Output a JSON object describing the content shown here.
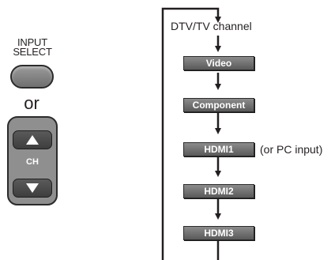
{
  "remote": {
    "input_select_line1": "INPUT",
    "input_select_line2": "SELECT",
    "or_label": "or",
    "ch_label": "CH"
  },
  "diagram": {
    "start_label": "DTV/TV channel",
    "steps": [
      "Video",
      "Component",
      "HDMI1",
      "HDMI2",
      "HDMI3"
    ],
    "hdmi1_note": "(or PC input)"
  },
  "colors": {
    "ink": "#231f20",
    "box_fill": "#737373",
    "button_fill": "#808080"
  }
}
